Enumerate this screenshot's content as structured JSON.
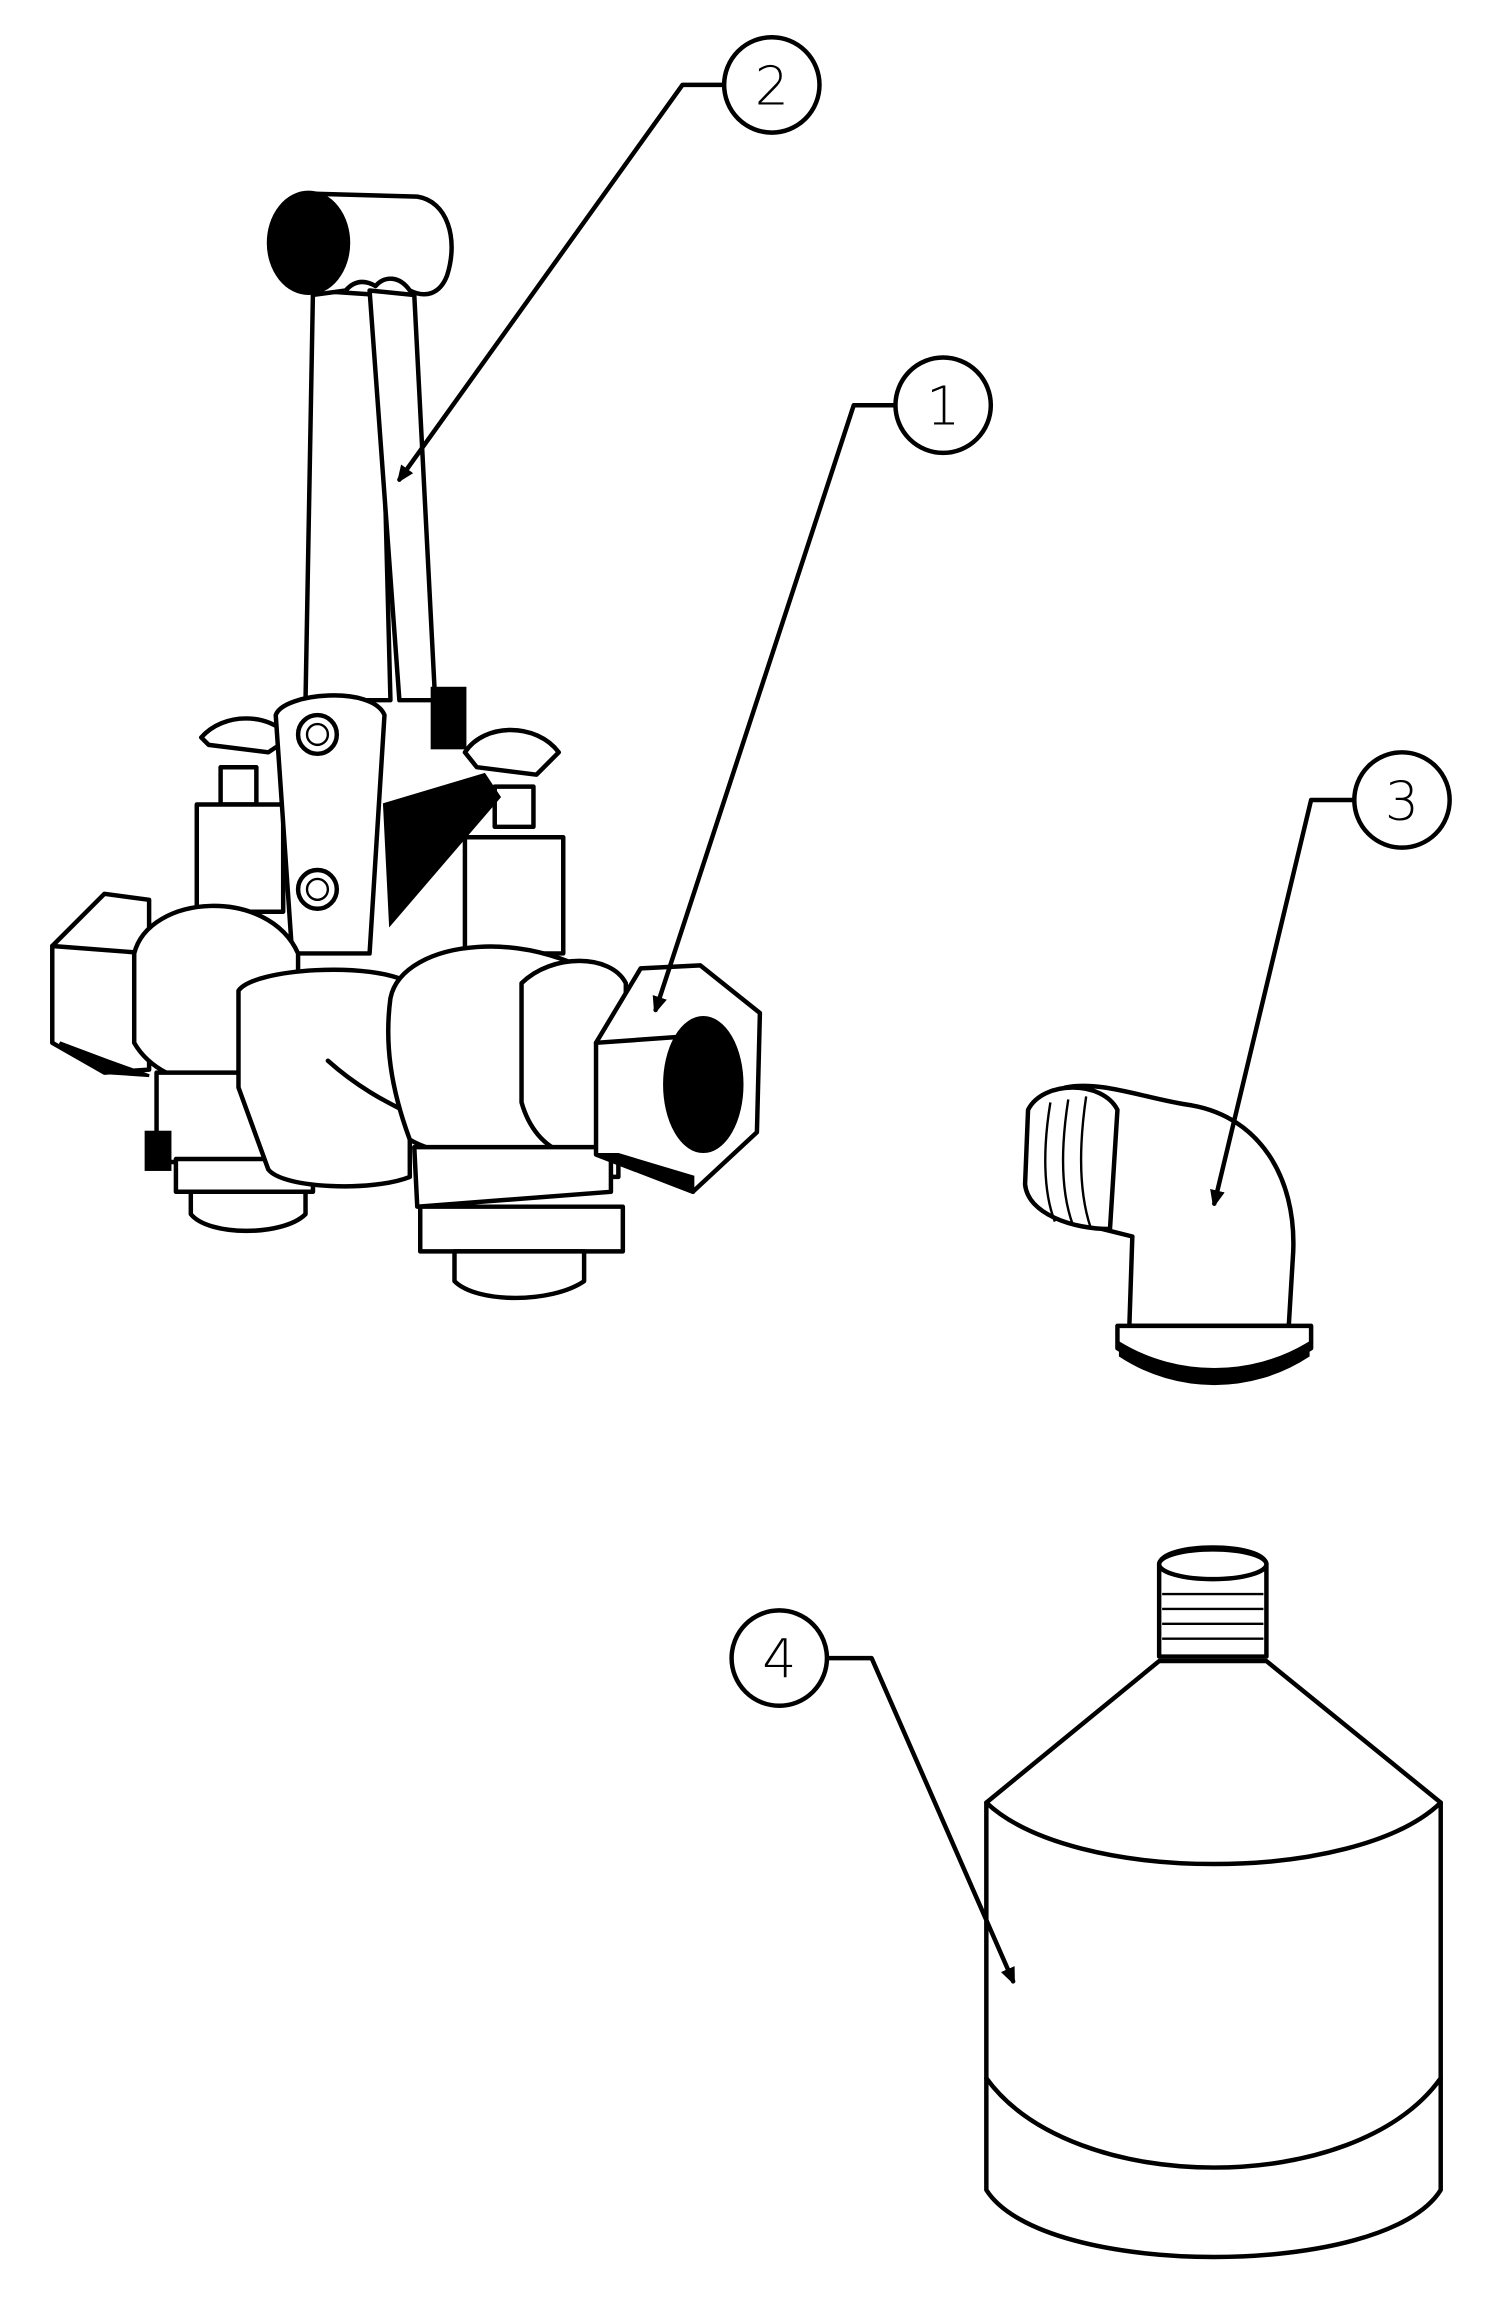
{
  "diagram": {
    "type": "exploded parts drawing",
    "callouts": [
      {
        "label": "1",
        "part": "valve-body"
      },
      {
        "label": "2",
        "part": "lever-handle"
      },
      {
        "label": "3",
        "part": "elbow-fitting"
      },
      {
        "label": "4",
        "part": "bottle"
      }
    ],
    "colors": {
      "line": "#000000",
      "background": "#ffffff"
    }
  }
}
